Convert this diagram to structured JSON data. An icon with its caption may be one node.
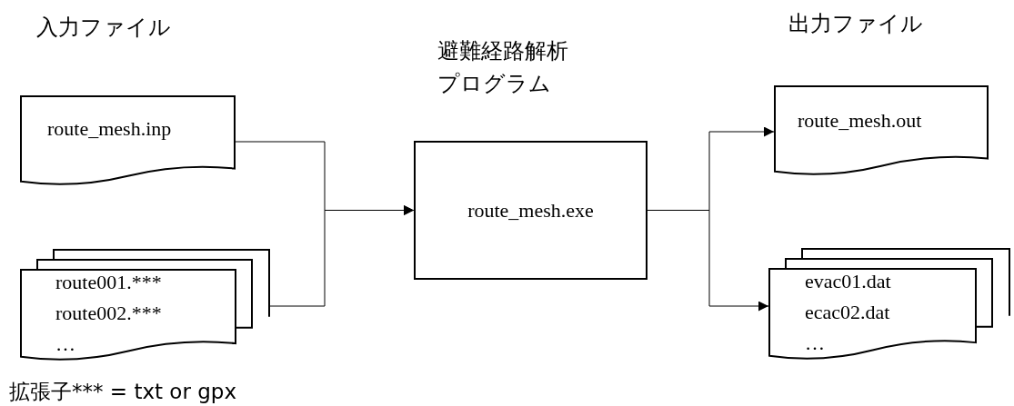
{
  "diagram": {
    "nodes": [
      {
        "text": [
          "route_mesh.inp"
        ]
      },
      {
        "text": [
          "route001.***",
          "route002.***",
          "…"
        ]
      },
      {
        "text": [
          "route_mesh.exe"
        ]
      },
      {
        "text": [
          "route_mesh.out"
        ]
      },
      {
        "text": [
          "evac01.dat",
          "ecac02.dat",
          "…"
        ]
      }
    ],
    "edges": [
      {
        "from": 0,
        "to": 2,
        "arrow": "to"
      },
      {
        "from": 1,
        "to": 2,
        "arrow": "to"
      },
      {
        "from": 2,
        "to": 3,
        "arrow": "to"
      },
      {
        "from": 2,
        "to": 4,
        "arrow": "to"
      }
    ],
    "labels": [
      "入力ファイル",
      "避難経路解析プログラム",
      "出力ファイル",
      "拡張子*** = txt or gpx"
    ]
  }
}
